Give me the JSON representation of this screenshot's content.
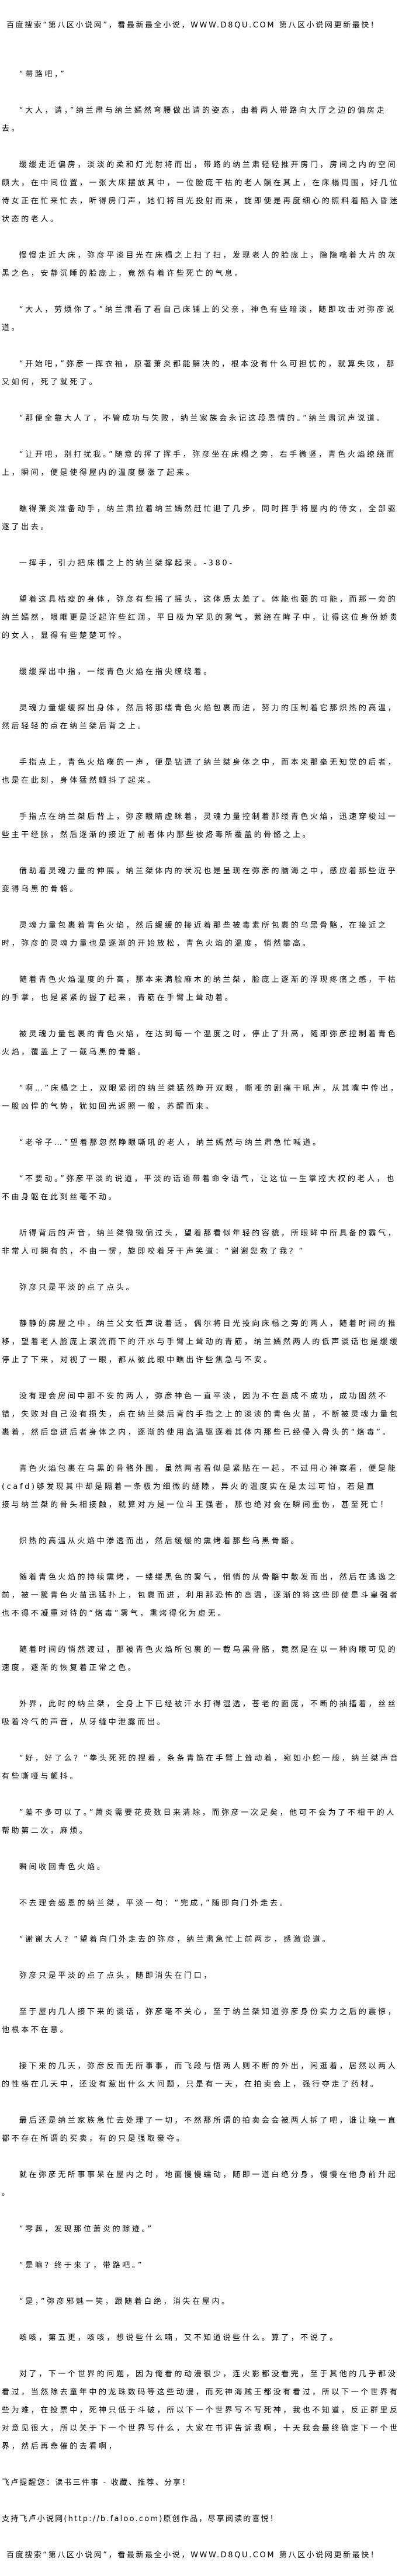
{
  "banner": "百度搜索“第八区小说网”，看最新最全小说，WWW.D8QU.COM  第八区小说网更新最快！",
  "paragraphs": [
    "“带路吧，”",
    "“大人，请，”纳兰肃与纳兰嫣然弯腰做出请的姿态，由着两人带路向大厅之边的偏房走去。",
    "缓缓走近偏房，淡淡的柔和灯光射将而出，带路的纳兰肃轻轻推开房门，房间之内的空间颇大，在中间位置，一张大床摆放其中，一位脸庞干枯的老人躺在其上，在床榻周围，好几位侍女正在忙来忙去，听得房门声，她们将目光投射而来，旋即便是再度细心的照料着陷入昏迷状态的老人。",
    "慢慢走近大床，弥彦平淡目光在床榻之上扫了扫，发现老人的脸庞上，隐隐噙着大片的灰黑之色，安静沉睡的脸庞上，竟然有着许些死亡的气息。",
    "“大人，劳烦你了。”纳兰肃看了看自己床铺上的父亲，神色有些暗淡，随即攻击对弥彦说道。",
    "“开始吧，”弥彦一挥衣袖，原著萧炎都能解决的，根本没有什么可担忧的，就算失败，那又如何，死了就死了。",
    "“那便全靠大人了，不管成功与失败，纳兰家族会永记这段恩情的。”纳兰肃沉声说道。",
    "“让开吧，别打扰我。”随意的挥了挥手，弥彦坐在床榻之旁，右手微竖，青色火焰缭绕而上，瞬间，便是使得屋内的温度暴涨了起来。",
    "瞧得萧炎准备动手，纳兰肃拉着纳兰嫣然赶忙退了几步，同时挥手将屋内的侍女，全部驱逐了出去。",
    "一挥手，引力把床榻之上的纳兰桀撑起来。-380-",
    "望着这具枯瘦的身体，弥彦有些摇了摇头，这体质太差了。体能也弱的可能，而那一旁的纳兰嫣然，眼眶更是泛起许些红润，平日极为罕见的雾气，萦绕在眸子中，让得这位身份娇贵的女人，显得有些楚楚可怜。",
    "缓缓探出中指，一缕青色火焰在指尖缭绕着。",
    "灵魂力量缓缓探出身体，然后将那缕青色火焰包裹而进，努力的压制着它那炽热的高温，然后轻轻的点在纳兰桀后背之上。",
    "手指点上，青色火焰噗的一声，便是钻进了纳兰桀身体之中，而本来那毫无知觉的后者，也是在此刻，身体猛然颤抖了起来。",
    "手指点在纳兰桀后背上，弥彦眼睛虚眯着，灵魂力量控制着那缕青色火焰，迅速穿梭过一些主干经脉，然后逐渐的接近了前者体内那些被烙毒所覆盖的骨骼之上。",
    "借助着灵魂力量的伸展，纳兰桀体内的状况也是呈现在弥彦的脑海之中，感应着那些近乎变得乌黑的骨骼。",
    "灵魂力量包裹着青色火焰，然后缓缓的接近着那些被毒素所包裹的乌黑骨骼，在接近之时，弥彦的灵魂力量也是逐渐的开始放松，青色火焰的温度，悄然攀高。",
    "随着青色火焰温度的升高，那本来满脸麻木的纳兰桀，脸庞上逐渐的浮现疼痛之感，干枯的手掌，也是紧紧的握了起来，青筋在手臂上耸动着。",
    "被灵魂力量包裹的青色火焰，在达到每一个温度之时，停止了升高，随即弥彦控制着青色火焰，覆盖上了一截乌黑的骨骼。",
    "“啊…”床榻之上，双眼紧闭的纳兰桀猛然睁开双眼，嘶哑的剧痛干吼声，从其嘴中传出，一股凶悍的气势，犹如回光返照一般，苏醒而来。",
    "“老爷子…”望着那忽然睁眼嘶吼的老人，纳兰嫣然与纳兰肃急忙喊道。",
    "“不要动。”弥彦平淡的说道，平淡的话语带着命令语气，让这位一生掌控大权的老人，也不由身躯在此刻丝毫不动。",
    "听得背后的声音，纳兰桀微微偏过头，望着那看似年轻的容貌，所眼眸中所具备的霸气，非常人可拥有的，不由一愣，旋即咬着牙干声笑道：“谢谢您救了我？”",
    "弥彦只是平淡的点了点头。",
    "静静的房屋之中，纳兰父女低声说着话，偶尔将目光投向床榻之旁的两人，随着时间的推移，望着老人脸庞上滚流而下的汗水与手臂上耸动的青筋，纳兰嫣然两人的低声谈话也是缓缓停止了下来，对视了一眼，都从彼此眼中瞧出许些焦急与不安。",
    "没有理会房间中那不安的两人，弥彦神色一直平淡，因为不在意成不成功，成功固然不错，失败对自己没有损失，点在纳兰桀后背的手指之上的淡淡的青色火苗，不断被灵魂力量包裹着，然后窜进后者身体之内，逐渐的使用高温驱逐着其体内那些已经侵入骨头的“烙毒”。",
    "青色火焰包裹在乌黑的骨骼外围，虽然两者看似是紧贴在一起，不过用心神察看，便是能(cafd)够发现其中却是隔着一条极为细微的缝隙，异火的温度实在是太过可怕，若是直\n接与纳兰桀的骨头相接触，就算对方是一位斗王强者，那也绝对会在瞬间重伤，甚至死亡！",
    "炽热的高温从火焰中渗透而出，然后缓缓的熏烤着那些乌黑骨骼。",
    "随着青色火焰的持续熏烤，一缕缕黑色的雾气，悄悄的从骨骼中散发而出，然后在逃逸之前，被一簇青色火苗迅猛扑上，包裹而进，利用那恐怖的高温，逐渐的将这些即使是斗皇强者也不得不凝重对待的“烙毒”雾气，熏烤得化为虚无。",
    "随着时间的悄然渡过，那被青色火焰所包裹的一截乌黑骨骼，竟然是在以一种肉眼可见的速度，逐渐的恢复着正常之色。",
    "外界，此时的纳兰桀，全身上下已经被汗水打得湿透，苍老的面庞，不断的抽搐着，丝丝吸着冷气的声音，从牙缝中泄露而出。",
    "“好，好了么？”拳头死死的捏着，条条青筋在手臂上耸动着，宛如小蛇一般，纳兰桀声音有些嘶哑与颤抖。",
    "”差不多可以了。”萧炎需要花费数日来清除，而弥彦一次足矣，他可不会为了不相干的人帮助第二次，麻烦。",
    "瞬间收回青色火焰。",
    "不去理会感恩的纳兰桀，平淡一句：“完成，”随即向门外走去。",
    "“谢谢大人？”望着向门外走去的弥彦，纳兰肃急忙上前两步，感激说道。",
    "弥彦只是平淡的点了点头，随即消失在门口，",
    "至于屋内几人接下来的谈话，弥彦毫不关心，至于纳兰桀知道弥彦身份实力之后的震惊，他根本不在意。",
    "接下来的几天，弥彦反而无所事事，而飞段与悟两人则不断的外出，闲逛着，居然以两人的性格在几天中，还没有惹出什么大问题，只是有一天，在拍卖会上，强行夺走了药材。",
    "最后还是纳兰家族急忙去处理了一切，不然那所谓的拍卖会会被两人拆了吧，谁让晓一直都不存在所谓的买卖，有的只是强取豪夺。",
    "就在弥彦无所事事呆在屋内之时，地面慢慢蠕动，随即一道白绝分身，慢慢在他身前升起\n。",
    "“零葬，发现那位萧炎的踪迹。”",
    "“是嘛？终于来了，带路吧。”",
    "“是，”弥彦邪魅一笑，跟随着白绝，消失在屋内。",
    "咳咳，第五更，咳咳，想说些什么喃，又不知道说些什么。算了，不说了。",
    "对了，下一个世界的问题，因为俺看的动漫很少，连火影都没看完，至于其他的几乎都没看过，当然除去童年中的龙珠数码等这些动漫，而死神海贼王都没有看过，所以下一个世界有些为难，在投票中，死神只低于斗破，所以下一个世界写不写死神，我也不知道，反正群里反对意见很大，所以关于下一个世界写什么，大家在书评告诉我啊，十天我会最终确定下一个世界，然后再悲催的去看啊，"
  ],
  "footer": {
    "reminder": "飞卢提醒您：读书三件事 - 收藏、推荐、分享！",
    "support": "支持飞卢小说网(http://b.faloo.com)原创作品，尽享阅读的喜悦！",
    "banner": "百度搜索“第八区小说网”，看最新最全小说，WWW.D8QU.COM  第八区小说网更新最快！"
  }
}
